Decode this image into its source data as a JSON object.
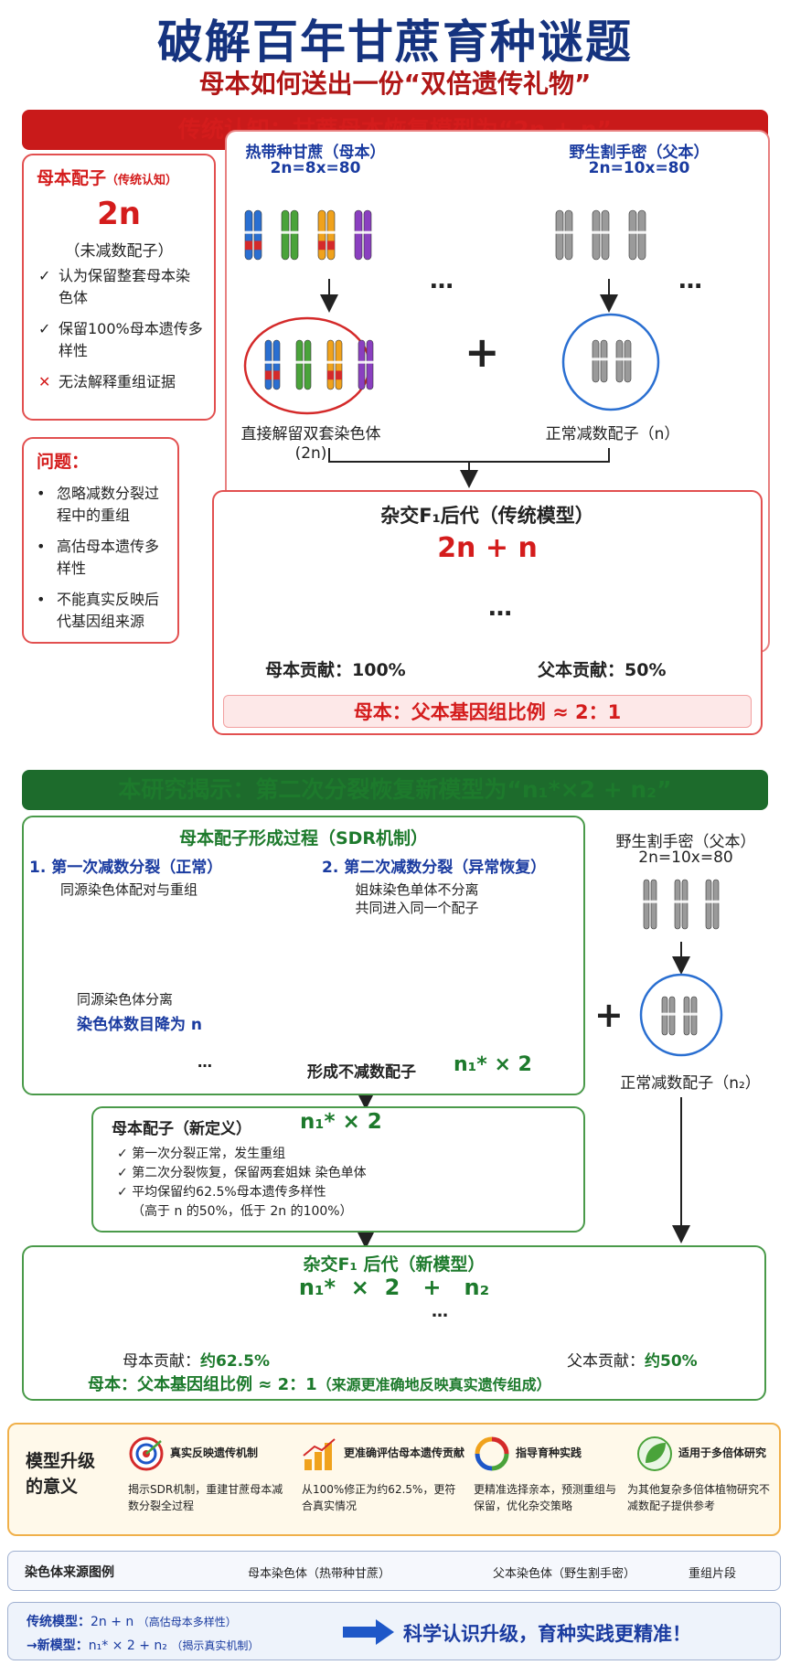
{
  "header": {
    "title": "破解百年甘蔗育种谜题",
    "subtitle": "母本如何送出一份“双倍遗传礼物”"
  },
  "traditional": {
    "banner": "传统认知：甘蔗母本恢复模型为“2n + n”",
    "maternal_gamete": {
      "title": "母本配子",
      "tag": "（传统认知）",
      "formula": "2n",
      "desc": "（未减数配子）",
      "points": [
        {
          "mark": "✓",
          "text": "认为保留整套母本染色体"
        },
        {
          "mark": "✓",
          "text": "保留100%母本遗传多样性"
        },
        {
          "mark": "✕",
          "text": "无法解释重组证据"
        }
      ]
    },
    "problem": {
      "title": "问题：",
      "points": [
        "忽略减数分裂过程中的重组",
        "高估母本遗传多样性",
        "不能真实反映后代基因组来源"
      ]
    },
    "mother": {
      "name": "热带种甘蔗（母本）",
      "ploidy": "2n=8x=80",
      "gamete_label": "直接解留双套染色体",
      "gamete_formula": "(2n)"
    },
    "father": {
      "name": "野生割手密（父本）",
      "ploidy": "2n=10x=80",
      "gamete_label": "正常减数配子（n）"
    },
    "plus": "+",
    "ellipsis": "…",
    "f1": {
      "title": "杂交F₁后代（传统模型）",
      "formula": "2n + n",
      "mother_contrib": "母本贡献：100%",
      "father_contrib": "父本贡献：50%",
      "ratio": "母本：父本基因组比例 ≈ 2：1"
    }
  },
  "new_model": {
    "banner": "本研究揭示：第二次分裂恢复新模型为“n₁*×2 + n₂”",
    "sdr": {
      "title": "母本配子形成过程（SDR机制）",
      "step1": {
        "title": "1. 第一次减数分裂（正常）",
        "desc": "同源染色体配对与重组",
        "note1": "同源染色体分离",
        "note2": "染色体数目降为 n"
      },
      "step2": {
        "title": "2. 第二次减数分裂（异常恢复）",
        "desc1": "姐妹染色单体不分离",
        "desc2": "共同进入同一个配子",
        "result": "形成不减数配子",
        "formula": "n₁* × 2"
      }
    },
    "father": {
      "name": "野生割手密（父本）",
      "ploidy": "2n=10x=80",
      "gamete_label": "正常减数配子（n₂）"
    },
    "plus": "+",
    "maternal_gamete": {
      "title": "母本配子（新定义）",
      "formula": "n₁* × 2",
      "points": [
        "第一次分裂正常，发生重组",
        "第二次分裂恢复，保留两套姐妹 染色单体",
        "平均保留约62.5%母本遗传多样性"
      ],
      "note": "（高于 n 的50%，低于 2n 的100%）"
    },
    "f1": {
      "title": "杂交F₁ 后代（新模型）",
      "formula": "n₁*  ×  2   +   n₂",
      "mother_contrib_label": "母本贡献：",
      "mother_contrib_value": "约62.5%",
      "father_contrib_label": "父本贡献：",
      "father_contrib_value": "约50%",
      "ratio_label": "母本：父本基因组比例 ≈ 2：1",
      "ratio_note": "（来源更准确地反映真实遗传组成）"
    }
  },
  "significance": {
    "title_line1": "模型升级",
    "title_line2": "的意义",
    "items": [
      {
        "icon": "target-icon",
        "title": "真实反映遗传机制",
        "desc": "揭示SDR机制，重建甘蔗母本减数分裂全过程"
      },
      {
        "icon": "bar-chart-icon",
        "title": "更准确评估母本遗传贡献",
        "desc": "从100%修正为约62.5%，更符合真实情况"
      },
      {
        "icon": "cycle-icon",
        "title": "指导育种实践",
        "desc": "更精准选择亲本，预测重组与保留，优化杂交策略"
      },
      {
        "icon": "leaf-icon",
        "title": "适用于多倍体研究",
        "desc": "为其他复杂多倍体植物研究不减数配子提供参考"
      }
    ]
  },
  "legend": {
    "title": "染色体来源图例",
    "maternal": "母本染色体（热带种甘蔗）",
    "paternal": "父本染色体（野生割手密）",
    "recomb": "重组片段"
  },
  "summary": {
    "trad_label": "传统模型：",
    "trad_formula": "2n + n",
    "trad_note": "（高估母本多样性）",
    "new_label": "→新模型：",
    "new_formula": "n₁* × 2 + n₂",
    "new_note": "（揭示真实机制）",
    "conclusion": "科学认识升级，育种实践更精准！"
  },
  "colors": {
    "blue": "#2a6fd1",
    "green": "#4aa33a",
    "orange": "#f0a21c",
    "purple": "#8a3fc0",
    "gray": "#9a9a9a",
    "recomb": "#d42a2a"
  }
}
